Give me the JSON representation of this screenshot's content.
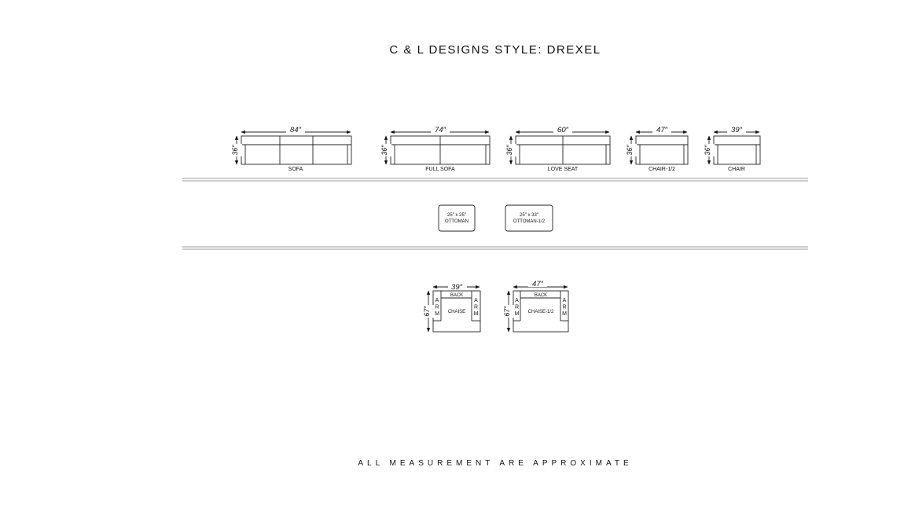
{
  "title": "C & L DESIGNS STYLE: DREXEL",
  "footer": "ALL MEASUREMENT ARE APPROXIMATE",
  "pieces": {
    "sofa": {
      "label": "SOFA",
      "width": "84″",
      "depth": "36″"
    },
    "full_sofa": {
      "label": "FULL SOFA",
      "width": "74″",
      "depth": "36″"
    },
    "love_seat": {
      "label": "LOVE SEAT",
      "width": "60″",
      "depth": "36″"
    },
    "chair_half": {
      "label": "CHAIR-1/2",
      "width": "47″",
      "depth": "36″"
    },
    "chair": {
      "label": "CHAIR",
      "width": "39″",
      "depth": "36″"
    }
  },
  "ottomans": {
    "ottoman": {
      "size": "25″ x 25″",
      "label": "OTTOMAN"
    },
    "ottoman_half": {
      "size": "25″ x 33″",
      "label": "OTTOMAN-1/2"
    }
  },
  "chaises": {
    "chaise": {
      "label": "CHAISE",
      "width": "39″",
      "length": "67″",
      "back": "BACK",
      "arm": "ARM"
    },
    "chaise_half": {
      "label": "CHAISE-1/2",
      "width": "47″",
      "length": "67″",
      "back": "BACK",
      "arm": "ARM"
    }
  }
}
